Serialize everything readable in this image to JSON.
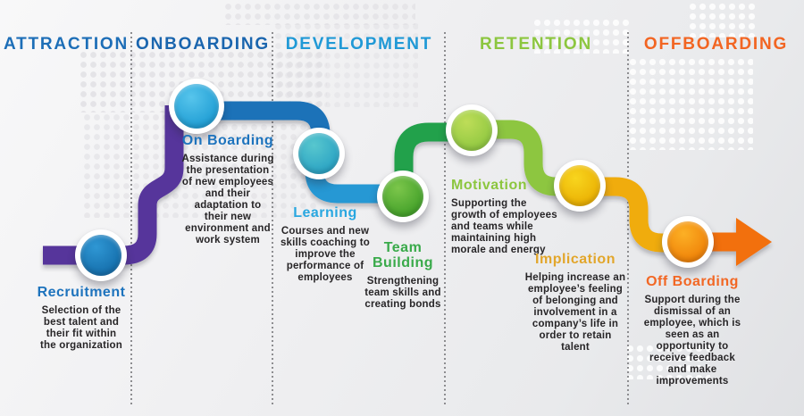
{
  "sections": [
    {
      "label": "ATTRACTION",
      "color": "#1d6eb7"
    },
    {
      "label": "ONBOARDING",
      "color": "#1a65ae"
    },
    {
      "label": "DEVELOPMENT",
      "color": "#2099d6"
    },
    {
      "label": "RETENTION",
      "color": "#8cc63f"
    },
    {
      "label": "OFFBOARDING",
      "color": "#f26522"
    }
  ],
  "stages": [
    {
      "name": "Recruitment",
      "label": "Recruitment",
      "label_color": "#1d73bd",
      "node_color": "#1a7cc0",
      "path_color": "#56369b",
      "description": "Selection of the\nbest talent and\ntheir fit within\nthe organization"
    },
    {
      "name": "On Boarding",
      "label": "On Boarding",
      "label_color": "#1d73bd",
      "node_color": "#29abe2",
      "path_color": "#1b72b8",
      "description": "Assistance during\nthe presentation\nof new employees\nand their\nadaptation to\ntheir new\nenvironment and\nwork system"
    },
    {
      "name": "Learning",
      "label": "Learning",
      "label_color": "#29a7e0",
      "node_color": "#35b0c7",
      "path_color": "#2598d4",
      "description": "Courses and new\nskills coaching to\nimprove the\nperformance of\nemployees"
    },
    {
      "name": "Team Building",
      "label": "Team\nBuilding",
      "label_color": "#39aa4a",
      "node_color": "#58b335",
      "path_color": "#23a14b",
      "description": "Strengthening\nteam skills and\ncreating bonds"
    },
    {
      "name": "Motivation",
      "label": "Motivation",
      "label_color": "#8cc63f",
      "node_color": "#a2d045",
      "path_color": "#8dc63f",
      "description": "Supporting the\ngrowth of employees\nand teams while\nmaintaining high\nmorale and energy"
    },
    {
      "name": "Implication",
      "label": "Implication",
      "label_color": "#e2a62b",
      "node_color": "#f2c50f",
      "path_color": "#f0ac0c",
      "description": "Helping increase an\nemployee’s feeling\nof belonging and\ninvolvement in a\ncompany’s life in\norder to retain\ntalent"
    },
    {
      "name": "Off Boarding",
      "label": "Off Boarding",
      "label_color": "#f26724",
      "node_color": "#f6961e",
      "path_color": "#f26f0e",
      "description": "Support during the\ndismissal of an\nemployee, which is\nseen as an\nopportunity to\nreceive feedback\nand make\nimprovements"
    }
  ]
}
